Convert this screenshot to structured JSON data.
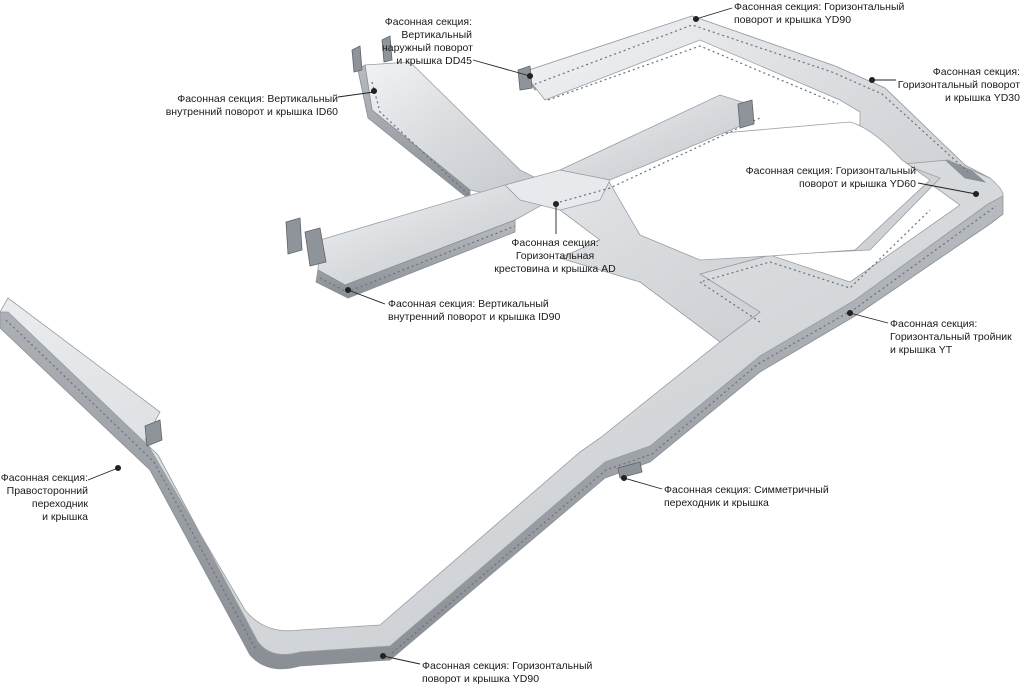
{
  "colors": {
    "metal_top": "#d9dcdf",
    "metal_light": "#eef0f2",
    "metal_side": "#a9adb2",
    "metal_dark": "#7d8288",
    "leader": "#222222",
    "dot": "#222222",
    "text": "#1a1a1a"
  },
  "labels": {
    "yd90_top": [
      "Фасонная секция: Горизонтальный",
      "поворот и крышка YD90"
    ],
    "dd45": [
      "Фасонная секция:",
      "Вертикальный",
      "наружный поворот",
      "и крышка DD45"
    ],
    "yd30": [
      "Фасонная секция:",
      "Горизонтальный поворот",
      "и крышка YD30"
    ],
    "id60": [
      "Фасонная секция: Вертикальный",
      "внутренний поворот и крышка ID60"
    ],
    "yd60": [
      "Фасонная секция: Горизонтальный",
      "поворот и крышка YD60"
    ],
    "ad": [
      "Фасонная секция:",
      "Горизонтальная",
      "крестовина и крышка AD"
    ],
    "id90": [
      "Фасонная секция: Вертикальный",
      "внутренний поворот и крышка ID90"
    ],
    "yt": [
      "Фасонная секция:",
      "Горизонтальный тройник",
      "и крышка YT"
    ],
    "right_reducer": [
      "Фасонная секция:",
      "Правосторонний",
      "переходник",
      "и крышка"
    ],
    "sym_reducer": [
      "Фасонная секция: Симметричный",
      "переходник и крышка"
    ],
    "yd90_bottom": [
      "Фасонная секция: Горизонтальный",
      "поворот и крышка YD90"
    ]
  }
}
